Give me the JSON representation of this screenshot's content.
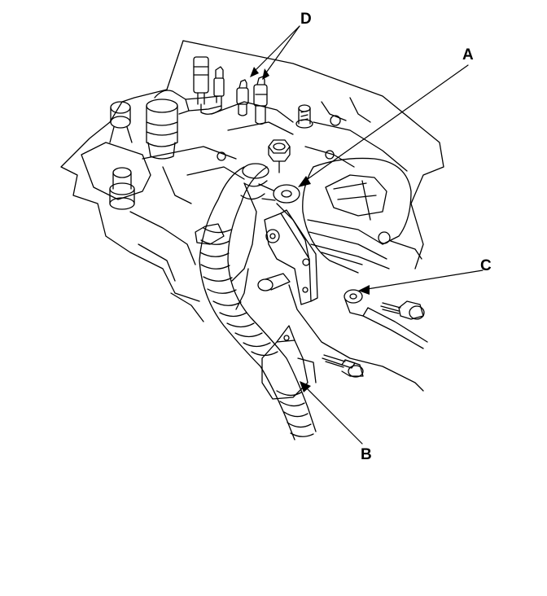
{
  "callouts": {
    "a": "A",
    "b": "B",
    "c": "C",
    "d": "D"
  },
  "colors": {
    "ink": "#000000",
    "background": "#ffffff"
  }
}
